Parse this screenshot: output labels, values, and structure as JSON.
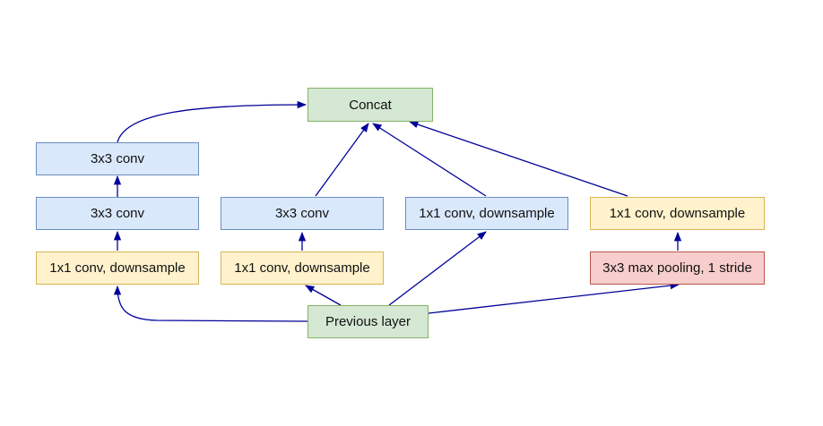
{
  "diagram": {
    "nodes": {
      "concat": "Concat",
      "b1_conv_top": "3x3 conv",
      "b1_conv_mid": "3x3 conv",
      "b1_reduce": "1x1 conv, downsample",
      "b2_conv": "3x3 conv",
      "b2_reduce": "1x1 conv, downsample",
      "b3_conv": "1x1 conv, downsample",
      "b4_conv": "1x1 conv, downsample",
      "b4_pool": "3x3 max pooling, 1 stride",
      "previous": "Previous layer"
    },
    "colors": {
      "green_fill": "#d5e8d4",
      "blue_fill": "#dae8fc",
      "yellow_fill": "#fff2cc",
      "red_fill": "#f8cecc",
      "edge": "#000099"
    }
  }
}
